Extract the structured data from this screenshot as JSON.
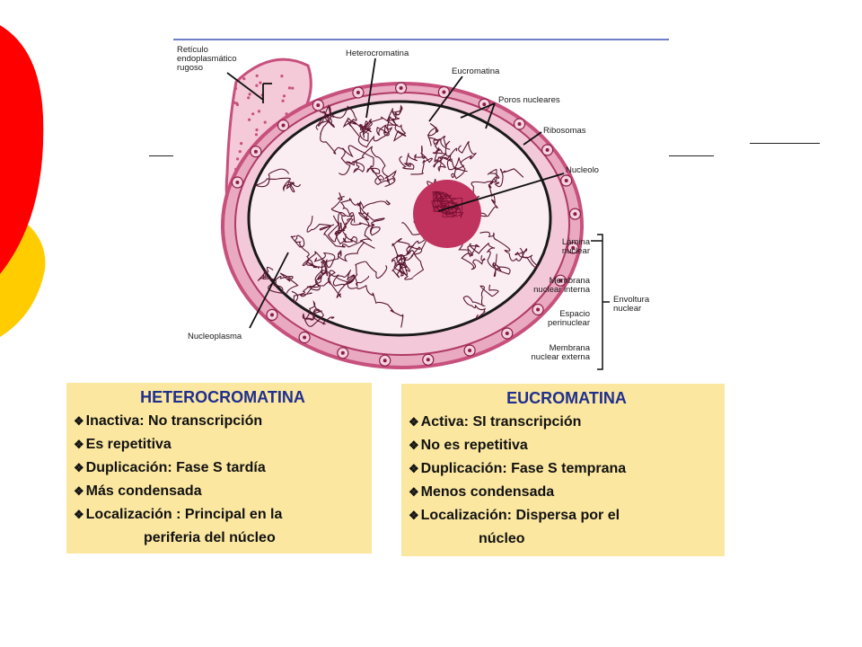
{
  "diagram": {
    "labels": {
      "rer": "Retículo\nendoplasmático\nrugoso",
      "heterocromatina": "Heterocromatina",
      "eucromatina": "Eucromatina",
      "poros": "Poros nucleares",
      "ribosomas": "Ribosomas",
      "nucleolo": "Nucleolo",
      "lamina": "Lámina\nnuclear",
      "membrana_interna": "Membrana\nnuclear interna",
      "envoltura": "Envoltura\nnuclear",
      "espacio": "Espacio\nperinuclear",
      "membrana_externa": "Membrana\nnuclear externa",
      "nucleoplasma": "Nucleoplasma"
    },
    "colors": {
      "membrane": "#c7507d",
      "nucleoplasm": "#fbeef3",
      "nucleolus": "#c0335e",
      "chromatin": "#5a1630"
    }
  },
  "heterocromatina": {
    "title": "HETEROCROMATINA",
    "items": [
      "Inactiva: No transcripción",
      "Es repetitiva",
      "Duplicación: Fase S tardía",
      "Más condensada",
      "Localización : Principal en la"
    ],
    "continuation": "periferia del núcleo"
  },
  "eucromatina": {
    "title": "EUCROMATINA",
    "items": [
      "Activa: SI transcripción",
      "No es repetitiva",
      "Duplicación: Fase S temprana",
      "Menos condensada",
      "Localización: Dispersa por el"
    ],
    "continuation": "núcleo"
  },
  "theme": {
    "bullet": "❖",
    "red": "#ff0000",
    "yellow": "#ffcc00",
    "box_bg": "#fbe7a0",
    "title_blue": "#1f2f8f"
  }
}
